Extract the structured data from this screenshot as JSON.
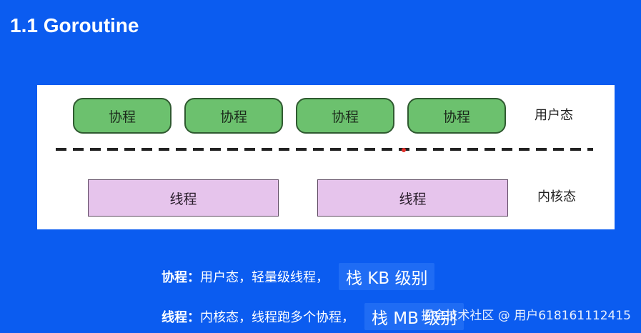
{
  "title": "1.1 Goroutine",
  "diagram": {
    "coroutines": [
      "协程",
      "协程",
      "协程",
      "协程"
    ],
    "threads": [
      "线程",
      "线程"
    ],
    "user_space_label": "用户态",
    "kernel_space_label": "内核态"
  },
  "notes": [
    {
      "term": "协程：",
      "desc": "用户态，轻量级线程，",
      "highlight": "栈 KB 级别"
    },
    {
      "term": "线程：",
      "desc": "内核态，线程跑多个协程，",
      "highlight": "栈 MB 级别"
    }
  ],
  "watermark": "掘金技术社区 @ 用户618161112415",
  "colors": {
    "background": "#0b5cf0",
    "coroutine_fill": "#6cc16e",
    "thread_fill": "#e6c4ec",
    "highlight_fill": "#1f6cf4"
  }
}
